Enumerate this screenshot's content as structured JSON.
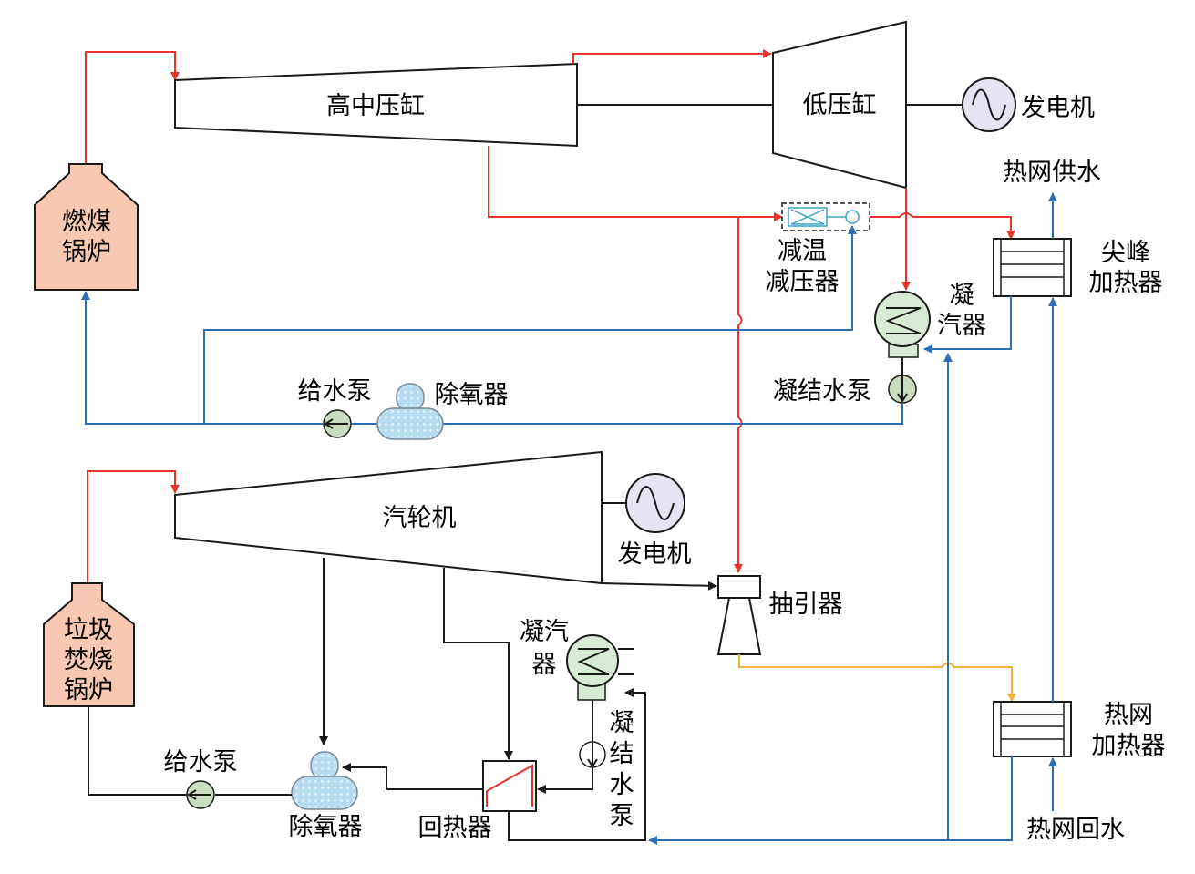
{
  "labels": {
    "hp_ip_cylinder": "高中压缸",
    "lp_cylinder": "低压缸",
    "generator_top": "发电机",
    "coal_boiler_line1": "燃煤",
    "coal_boiler_line2": "锅炉",
    "desuperheater_line1": "减温",
    "desuperheater_line2": "减压器",
    "heat_supply_water": "热网供水",
    "peak_heater_line1": "尖峰",
    "peak_heater_line2": "加热器",
    "condenser_top_line1": "凝",
    "condenser_top_line2": "汽器",
    "condensate_pump_top": "凝结水泵",
    "feed_pump_top": "给水泵",
    "deaerator_top": "除氧器",
    "turbine": "汽轮机",
    "generator_bottom": "发电机",
    "ejector": "抽引器",
    "waste_boiler_line1": "垃圾",
    "waste_boiler_line2": "焚烧",
    "waste_boiler_line3": "锅炉",
    "condenser_bottom_line1": "凝汽",
    "condenser_bottom_line2": "器",
    "condensate_pump_bottom_1": "凝",
    "condensate_pump_bottom_2": "结",
    "condensate_pump_bottom_3": "水",
    "condensate_pump_bottom_4": "泵",
    "heat_network_heater_line1": "热网",
    "heat_network_heater_line2": "加热器",
    "feed_pump_bottom": "给水泵",
    "deaerator_bottom": "除氧器",
    "regenerator": "回热器",
    "heat_return_water": "热网回水"
  },
  "colors": {
    "steam": "#e8332a",
    "water": "#2e6fb5",
    "ejector_exhaust": "#f2b13c",
    "black_line": "#1a1a1a",
    "boiler_fill": "#f9c8b0",
    "pump_fill": "#c9dcbf",
    "deaerator_fill": "#b8dcef",
    "condenser_fill": "#d7ead3",
    "desuperheater": "#3aa3c8"
  }
}
